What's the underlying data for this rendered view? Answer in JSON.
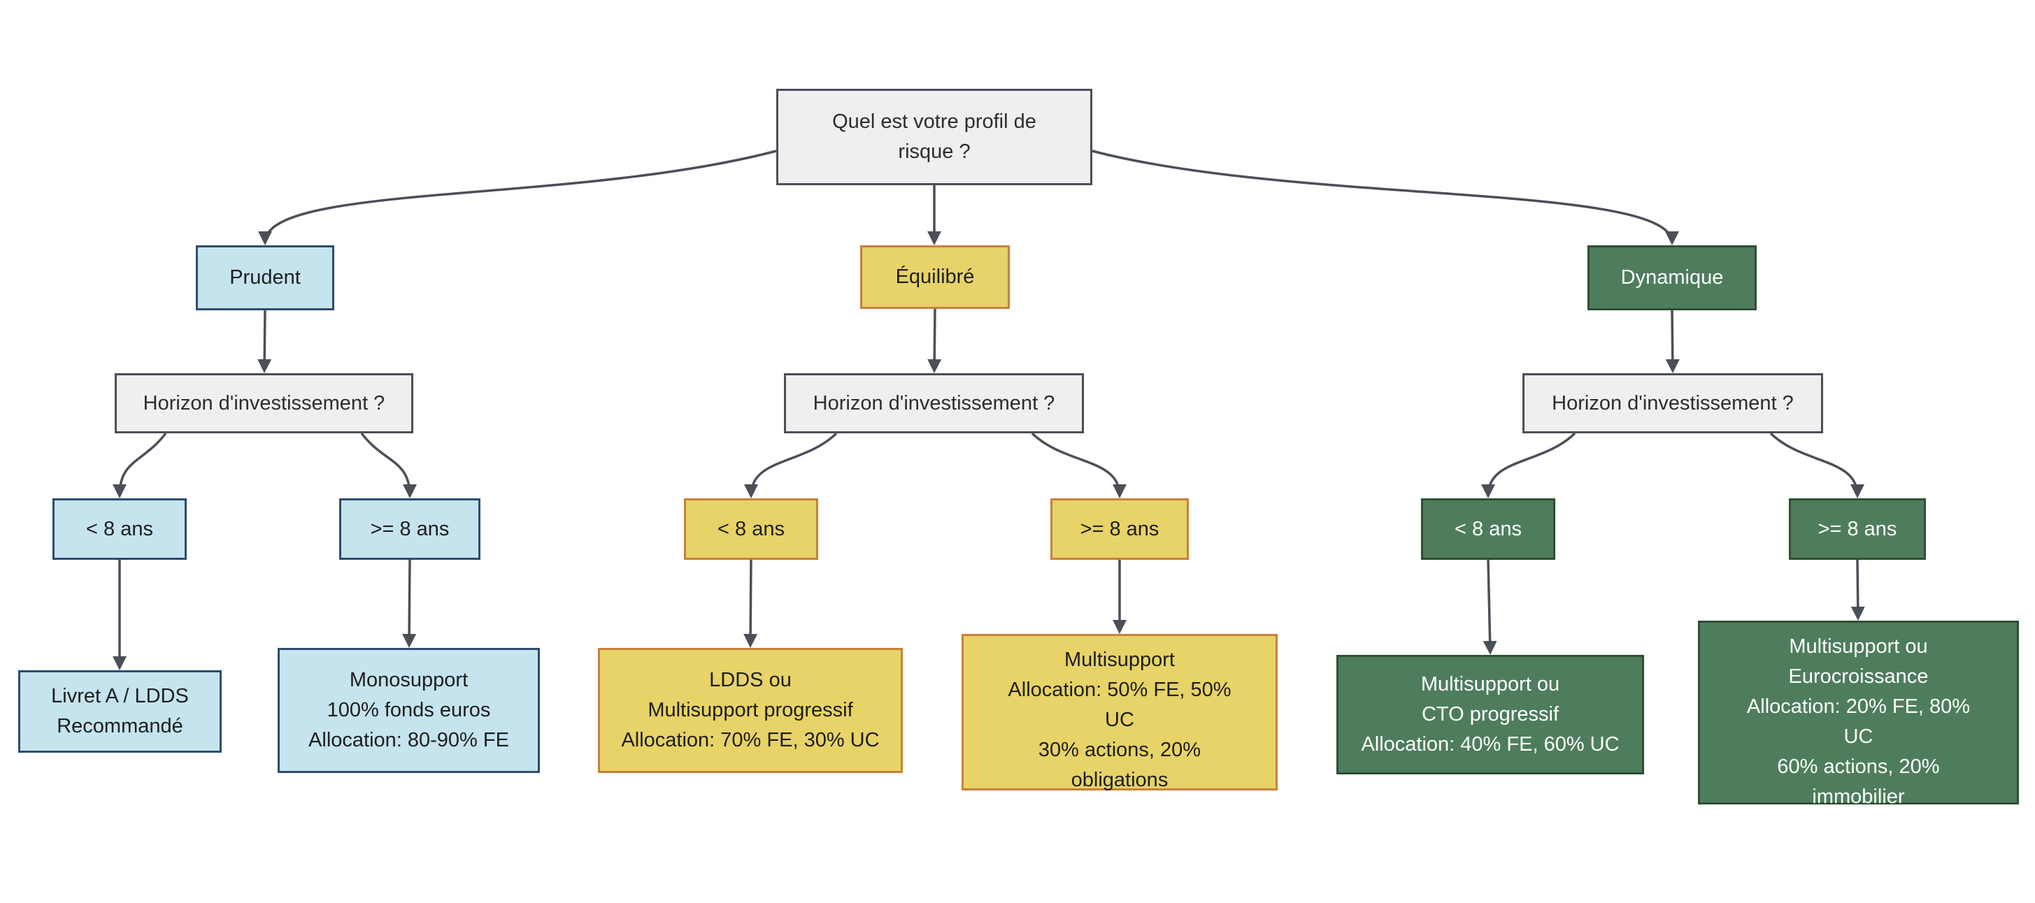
{
  "diagram": {
    "background": "#ffffff",
    "nodes": {
      "root": "Quel est votre profil de\nrisque ?",
      "profile_prudent": "Prudent",
      "profile_equilibre": "Équilibré",
      "profile_dynamique": "Dynamique",
      "horizon_question": "Horizon d'investissement ?",
      "lt_8_ans": "< 8 ans",
      "gte_8_ans": ">= 8 ans",
      "leaf_prudent_lt8": "Livret A / LDDS\nRecommandé",
      "leaf_prudent_gte8": "Monosupport\n100% fonds euros\nAllocation: 80-90% FE",
      "leaf_equilibre_lt8": "LDDS ou\nMultisupport progressif\nAllocation: 70% FE, 30% UC",
      "leaf_equilibre_gte8": "Multisupport\nAllocation: 50% FE, 50%\nUC\n30% actions, 20%\nobligations",
      "leaf_dynamique_lt8": "Multisupport ou\nCTO progressif\nAllocation: 40% FE, 60% UC",
      "leaf_dynamique_gte8": "Multisupport ou\nEurocroissance\nAllocation: 20% FE, 80%\nUC\n60% actions, 20%\nimmobilier"
    },
    "colors": {
      "neutral_fill": "#efefef",
      "neutral_border": "#4a4f58",
      "neutral_text": "#2d2d2d",
      "prudent_fill": "#c5e4ee",
      "prudent_border": "#2e4d6e",
      "equilibre_fill": "#e7d367",
      "equilibre_border": "#c8803c",
      "dynamique_fill": "#4e7d5d",
      "dynamique_border": "#2f4f33",
      "dynamique_text": "#ffffff",
      "edge": "#4a4f58"
    }
  }
}
